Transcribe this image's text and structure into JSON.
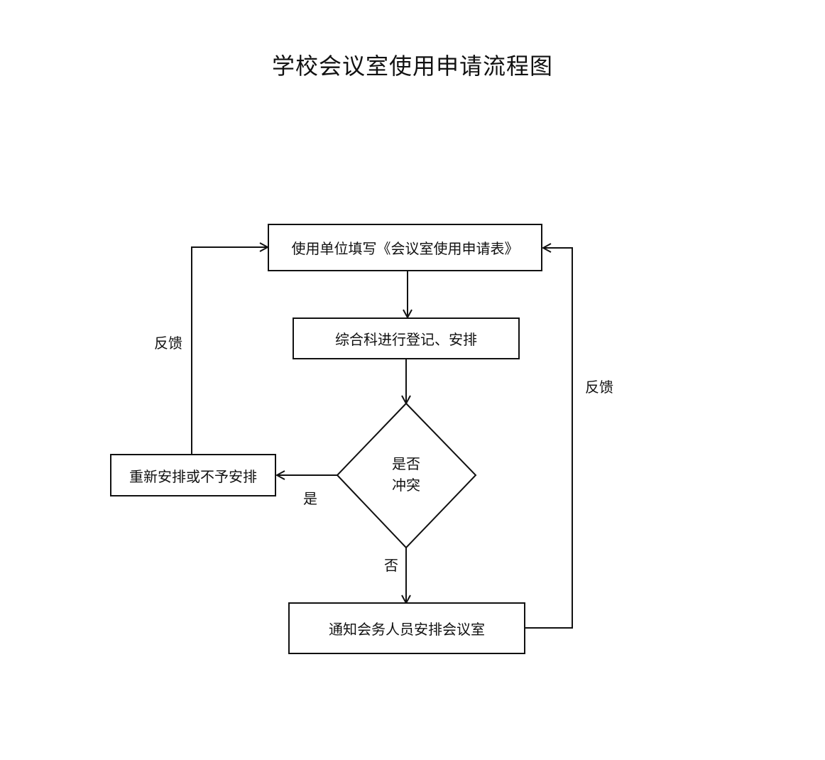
{
  "title": "学校会议室使用申请流程图",
  "steps": {
    "fill_form": "使用单位填写《会议室使用申请表》",
    "register": "综合科进行登记、安排",
    "decision_line1": "是否",
    "decision_line2": "冲突",
    "rearrange": "重新安排或不予安排",
    "notify": "通知会务人员安排会议室"
  },
  "labels": {
    "yes": "是",
    "no": "否",
    "feedback_left": "反馈",
    "feedback_right": "反馈"
  }
}
